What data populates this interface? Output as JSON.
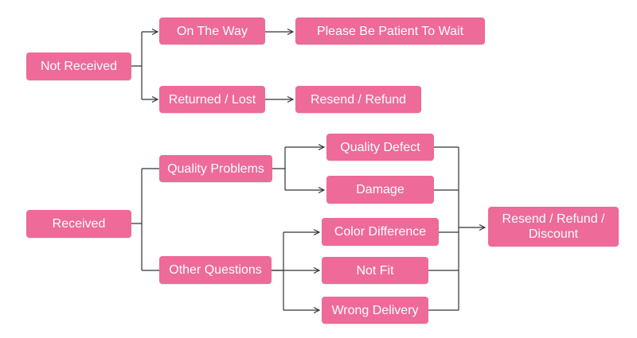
{
  "colors": {
    "node_fill": "#ee6a98",
    "node_text": "#ffffff",
    "connector": "#333333"
  },
  "nodes": {
    "not_received": "Not Received",
    "on_the_way": "On The Way",
    "please_wait": "Please Be Patient To Wait",
    "returned_lost": "Returned / Lost",
    "resend_refund": "Resend / Refund",
    "received": "Received",
    "quality_problems": "Quality Problems",
    "quality_defect": "Quality Defect",
    "damage": "Damage",
    "other_questions": "Other Questions",
    "color_difference": "Color Difference",
    "not_fit": "Not Fit",
    "wrong_delivery": "Wrong Delivery",
    "resend_refund_discount": "Resend / Refund / Discount"
  }
}
